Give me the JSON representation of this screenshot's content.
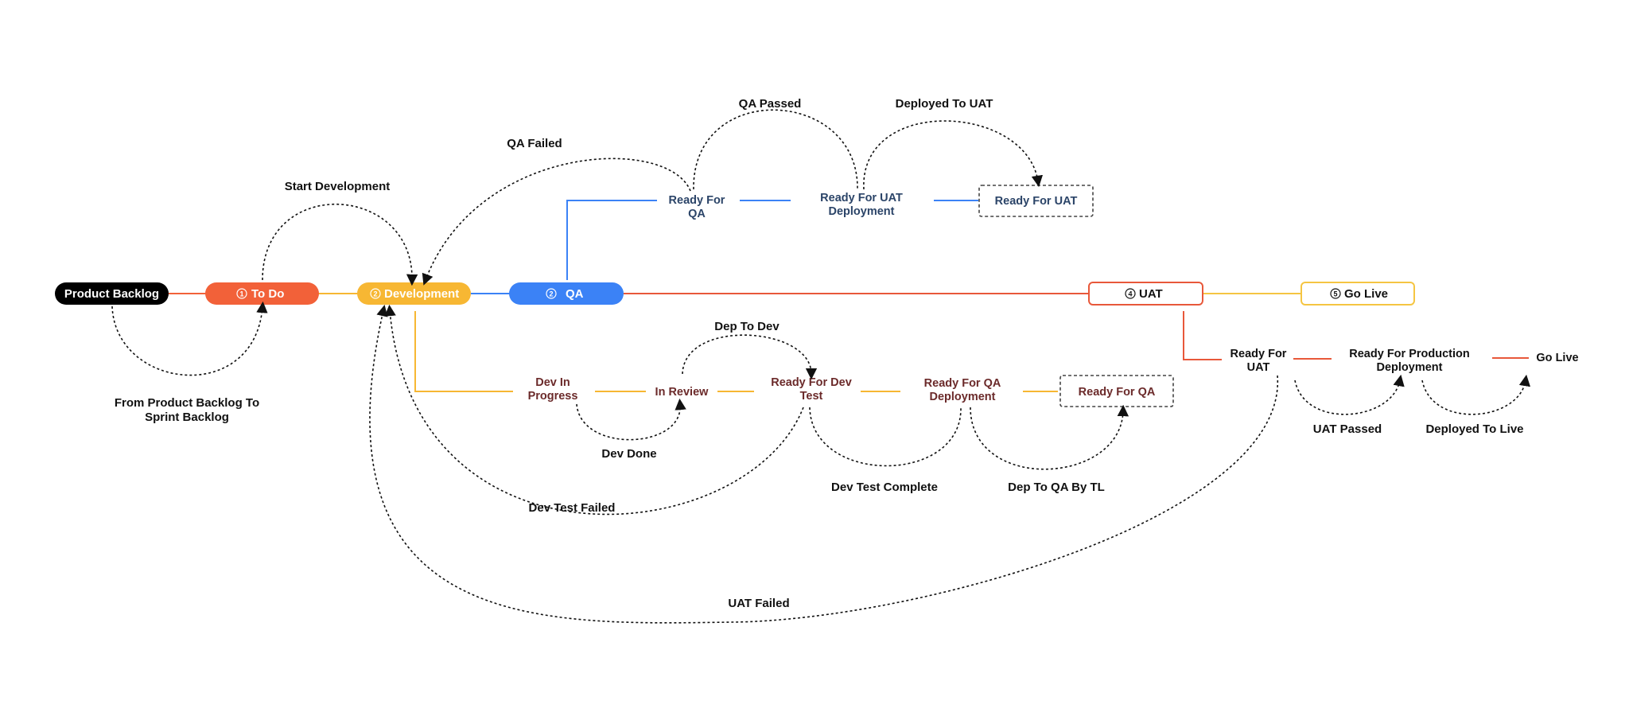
{
  "stages": {
    "product_backlog": "Product Backlog",
    "todo": {
      "num": "1",
      "label": "To Do"
    },
    "development": {
      "num": "2",
      "label": "Development"
    },
    "qa": {
      "num": "2",
      "label": "QA"
    },
    "uat": {
      "num": "4",
      "label": "UAT"
    },
    "golive": {
      "num": "5",
      "label": "Go Live"
    }
  },
  "dev_track": {
    "dev_in_progress": [
      "Dev In",
      "Progress"
    ],
    "in_review": "In Review",
    "ready_for_dev_test": [
      "Ready For Dev",
      "Test"
    ],
    "ready_for_qa_deployment": [
      "Ready For QA",
      "Deployment"
    ],
    "ready_for_qa": "Ready For QA"
  },
  "qa_track": {
    "ready_for_qa": [
      "Ready For",
      "QA"
    ],
    "ready_for_uat_deployment": [
      "Ready For UAT",
      "Deployment"
    ],
    "ready_for_uat": "Ready For UAT"
  },
  "uat_track": {
    "ready_for_uat": [
      "Ready For",
      "UAT"
    ],
    "ready_for_production_deployment": [
      "Ready For Production",
      "Deployment"
    ],
    "go_live": "Go Live"
  },
  "transitions": {
    "start_development": "Start Development",
    "from_backlog": [
      "From Product Backlog To",
      "Sprint Backlog"
    ],
    "qa_failed": "QA Failed",
    "qa_passed": "QA Passed",
    "deployed_to_uat": "Deployed To UAT",
    "dep_to_dev": "Dep To Dev",
    "dev_done": "Dev Done",
    "dev_test_failed": "Dev Test Failed",
    "dev_test_complete": "Dev Test Complete",
    "dep_to_qa_by_tl": "Dep To QA By TL",
    "uat_failed": "UAT Failed",
    "uat_passed": "UAT Passed",
    "deployed_to_live": "Deployed To Live"
  },
  "colors": {
    "black": "#000000",
    "todo": "#f26139",
    "development": "#f7b733",
    "qa": "#3b82f6",
    "uat": "#e8583a",
    "golive": "#f5c542",
    "dev_text": "#6b2a2a",
    "qa_text": "#2b4468"
  }
}
